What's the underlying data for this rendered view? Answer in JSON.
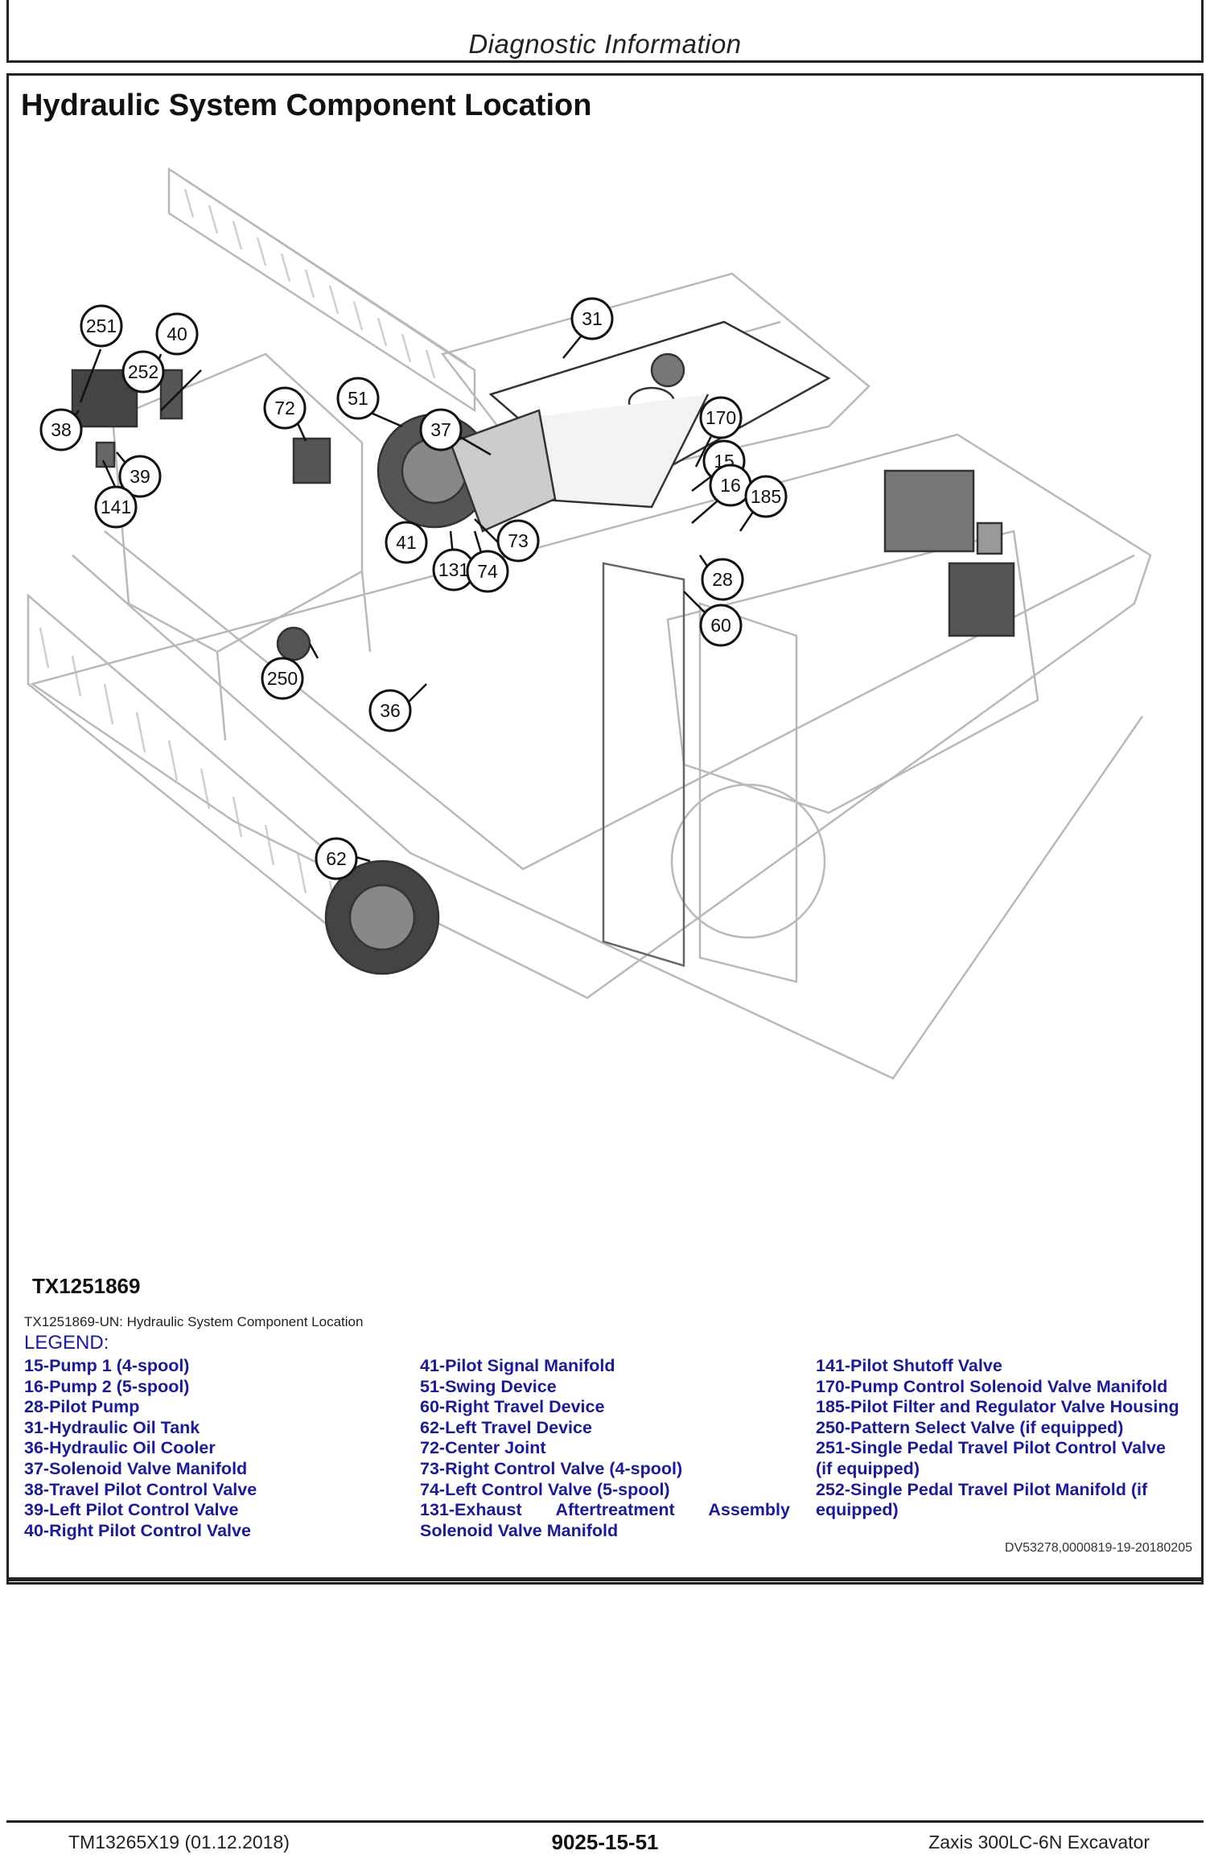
{
  "header": {
    "section": "Diagnostic Information"
  },
  "page_title": "Hydraulic System Component Location",
  "figure": {
    "id": "TX1251869",
    "caption": "TX1251869-UN: Hydraulic System Component Location",
    "callouts": [
      "251",
      "40",
      "252",
      "38",
      "39",
      "141",
      "72",
      "51",
      "37",
      "31",
      "170",
      "15",
      "16",
      "185",
      "41",
      "131",
      "74",
      "73",
      "28",
      "60",
      "250",
      "36",
      "62"
    ]
  },
  "legend": {
    "title": "LEGEND:",
    "col1": [
      "15-Pump 1 (4-spool)",
      "16-Pump 2 (5-spool)",
      "28-Pilot Pump",
      "31-Hydraulic Oil Tank",
      "36-Hydraulic Oil Cooler",
      "37-Solenoid Valve Manifold",
      "38-Travel Pilot Control Valve",
      "39-Left Pilot Control Valve",
      "40-Right Pilot Control Valve"
    ],
    "col2": [
      "41-Pilot Signal Manifold",
      "51-Swing Device",
      "60-Right Travel Device",
      "62-Left Travel Device",
      "72-Center Joint",
      "73-Right Control Valve (4-spool)",
      "74-Left Control Valve (5-spool)"
    ],
    "col2_131": {
      "num": "131-Exhaust",
      "w2": "Aftertreatment",
      "w3": "Assembly",
      "line2": "Solenoid Valve Manifold"
    },
    "col3": [
      "141-Pilot Shutoff Valve",
      "170-Pump Control Solenoid Valve Manifold",
      "185-Pilot Filter and Regulator Valve Housing",
      "250-Pattern Select Valve (if equipped)"
    ],
    "col3_251": {
      "line1": "251-Single Pedal Travel Pilot Control Valve",
      "line2": "(if equipped)"
    },
    "col3_252": {
      "line1": "252-Single Pedal Travel Pilot Manifold (if",
      "line2": "equipped)"
    }
  },
  "doc_code": "DV53278,0000819-19-20180205",
  "footer": {
    "left": "TM13265X19 (01.12.2018)",
    "center": "9025-15-51",
    "right": "Zaxis 300LC-6N Excavator"
  }
}
